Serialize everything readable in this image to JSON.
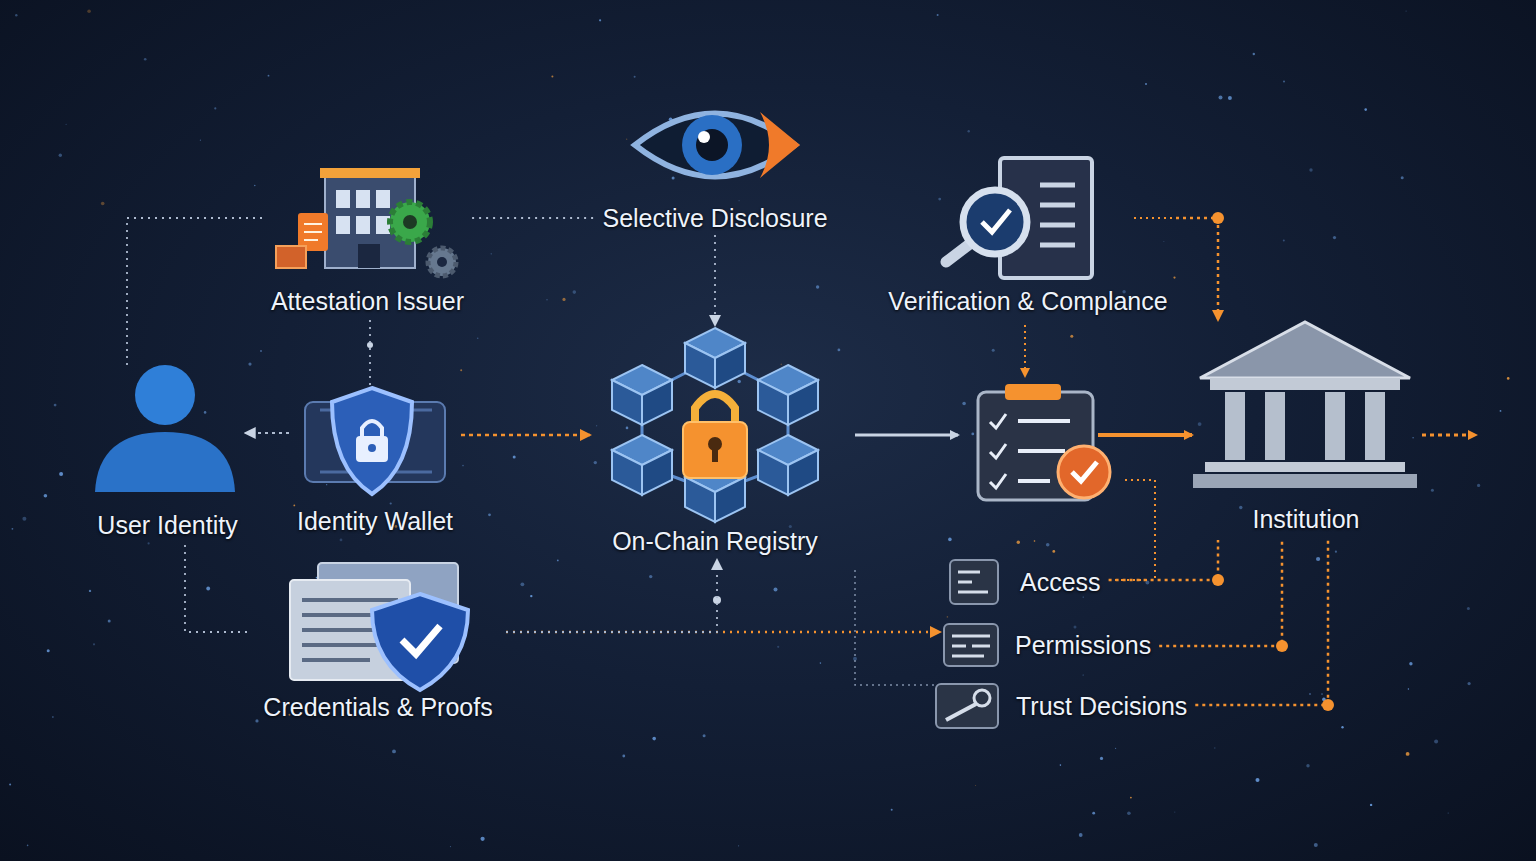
{
  "diagram": {
    "nodes": [
      {
        "text": [
          "Attestation Issuer"
        ]
      },
      {
        "text": [
          "Selective Disclosure"
        ]
      },
      {
        "text": [
          "Verification & Complance"
        ]
      },
      {
        "text": [
          "User Identity"
        ]
      },
      {
        "text": [
          "Identity Wallet"
        ]
      },
      {
        "text": [
          "On-Chain Registry"
        ]
      },
      {
        "text": [
          "Institution"
        ]
      },
      {
        "text": [
          "Credentials & Proofs"
        ]
      },
      {
        "text": [
          "Access"
        ]
      },
      {
        "text": [
          "Permissions"
        ]
      },
      {
        "text": [
          "Trust Decisions"
        ]
      }
    ],
    "edges": [
      {
        "from": 0,
        "to": 4,
        "arrow": "none"
      },
      {
        "from": 4,
        "to": 3,
        "arrow": "to"
      },
      {
        "from": 4,
        "to": 5,
        "arrow": "to"
      },
      {
        "from": 1,
        "to": 5,
        "arrow": "to"
      },
      {
        "from": 0,
        "to": 1,
        "arrow": "none"
      },
      {
        "from": 3,
        "to": 0,
        "arrow": "none"
      },
      {
        "from": 3,
        "to": 7,
        "arrow": "none"
      },
      {
        "from": 7,
        "to": 9,
        "arrow": "to"
      },
      {
        "from": 7,
        "to": 5,
        "arrow": "to"
      },
      {
        "from": 2,
        "to": 6,
        "arrow": "to"
      },
      {
        "from": 8,
        "to": 6,
        "arrow": "none"
      },
      {
        "from": 9,
        "to": 6,
        "arrow": "none"
      },
      {
        "from": 10,
        "to": 6,
        "arrow": "none"
      }
    ]
  }
}
